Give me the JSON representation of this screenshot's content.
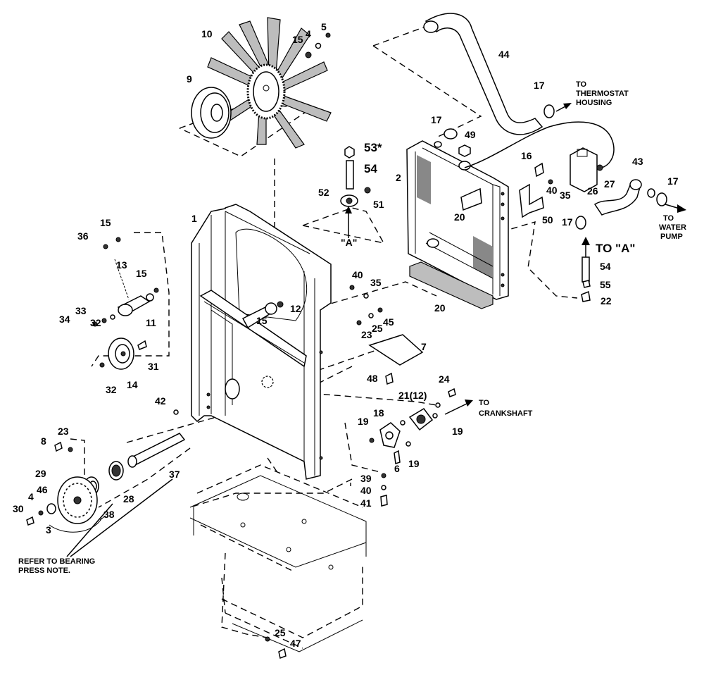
{
  "callouts": {
    "c1": "1",
    "c2": "2",
    "c3": "3",
    "c4a": "4",
    "c4b": "4",
    "c5": "5",
    "c6": "6",
    "c7": "7",
    "c8": "8",
    "c9": "9",
    "c10": "10",
    "c11": "11",
    "c12": "12",
    "c13": "13",
    "c14": "14",
    "c15a": "15",
    "c15b": "15",
    "c15c": "15",
    "c15d": "15",
    "c16": "16",
    "c17a": "17",
    "c17b": "17",
    "c17c": "17",
    "c17d": "17",
    "c18": "18",
    "c19a": "19",
    "c19b": "19",
    "c19c": "19",
    "c20a": "20",
    "c20b": "20",
    "c21": "21(12)",
    "c22": "22",
    "c23a": "23",
    "c23b": "23",
    "c24": "24",
    "c25a": "25",
    "c25b": "25",
    "c26": "26",
    "c27": "27",
    "c28": "28",
    "c29": "29",
    "c30": "30",
    "c31": "31",
    "c32a": "32",
    "c32b": "32",
    "c33": "33",
    "c34": "34",
    "c35a": "35",
    "c35b": "35",
    "c36": "36",
    "c37": "37",
    "c38": "38",
    "c39": "39",
    "c40a": "40",
    "c40b": "40",
    "c40c": "40",
    "c41": "41",
    "c42": "42",
    "c43": "43",
    "c44": "44",
    "c45": "45",
    "c46": "46",
    "c47": "47",
    "c48": "48",
    "c49": "49",
    "c50": "50",
    "c51": "51",
    "c52": "52",
    "c53": "53*",
    "c54a": "54",
    "c54b": "54",
    "c55": "55"
  },
  "notes": {
    "thermostat_1": "TO",
    "thermostat_2": "THERMOSTAT",
    "thermostat_3": "HOUSING",
    "water_pump_1": "TO",
    "water_pump_2": "WATER",
    "water_pump_3": "PUMP",
    "crankshaft_1": "TO",
    "crankshaft_2": "CRANKSHAFT",
    "detail_a": "\"A\"",
    "to_a": "TO \"A\"",
    "bearing_note_1": "REFER TO BEARING",
    "bearing_note_2": "PRESS NOTE."
  }
}
